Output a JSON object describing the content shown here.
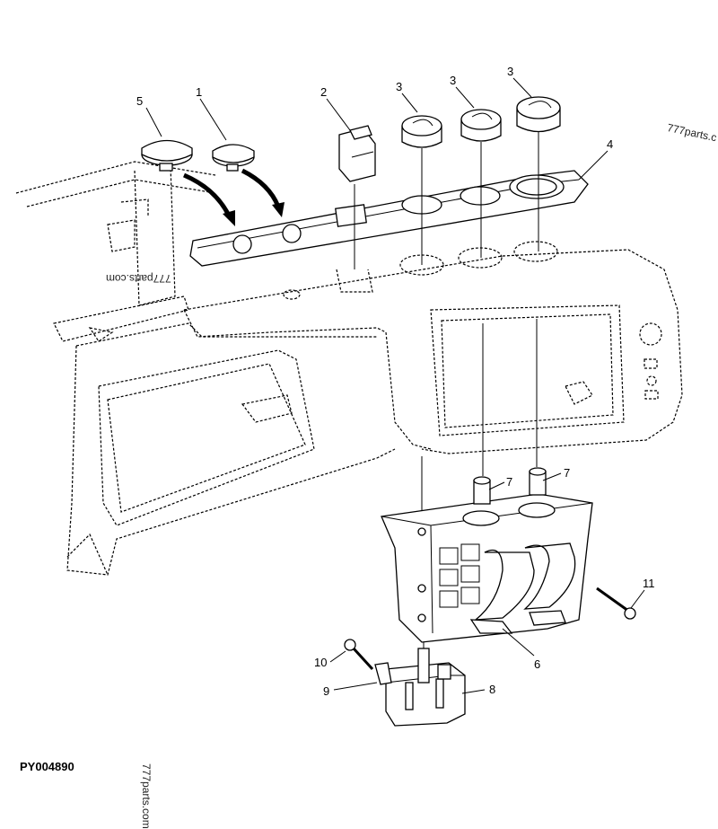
{
  "figure_id": "PY004890",
  "watermarks": [
    "777parts.c",
    "777parts.com",
    "777parts.com"
  ],
  "callouts": [
    "1",
    "2",
    "3",
    "3",
    "3",
    "4",
    "5",
    "6",
    "7",
    "7",
    "8",
    "9",
    "10",
    "11"
  ]
}
